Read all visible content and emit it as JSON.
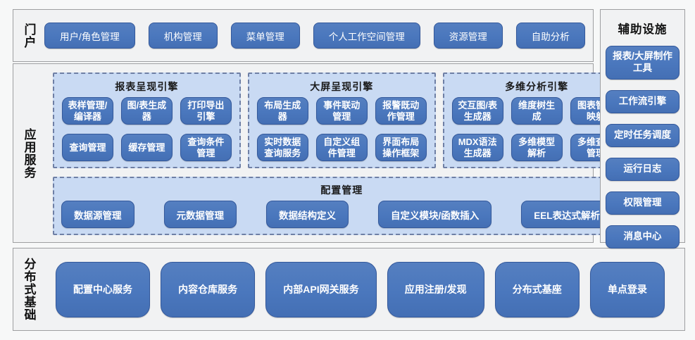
{
  "palette": {
    "button_blue": "#4a77bd",
    "button_border": "#33589b",
    "panel_light_blue": "#c9daf3",
    "panel_dashed_border": "#6e7fa5",
    "section_bg": "#f1f2f3",
    "section_border": "#9e9fa1",
    "text_on_button": "#ffffff"
  },
  "portal": {
    "label": "门户",
    "items": [
      "用户/角色管理",
      "机构管理",
      "菜单管理",
      "个人工作空间管理",
      "资源管理",
      "自助分析"
    ]
  },
  "app_services": {
    "label": "应用服务",
    "engines": [
      {
        "title": "报表呈现引擎",
        "modules": [
          "表样管理/编译器",
          "图/表生成器",
          "打印导出引擎",
          "查询管理",
          "缓存管理",
          "查询条件管理"
        ]
      },
      {
        "title": "大屏呈现引擎",
        "modules": [
          "布局生成器",
          "事件联动管理",
          "报警既动作管理",
          "实时数据查询服务",
          "自定义组件管理",
          "界面布局操作框架"
        ]
      },
      {
        "title": "多维分析引擎",
        "modules": [
          "交互图/表生成器",
          "维度树生成",
          "图表智能映射",
          "MDX语法生成器",
          "多维模型解析",
          "多维查询管理"
        ]
      }
    ],
    "config": {
      "title": "配置管理",
      "modules": [
        "数据源管理",
        "元数据管理",
        "数据结构定义",
        "自定义模块/函数插入",
        "EEL表达式解析器"
      ]
    }
  },
  "distributed_base": {
    "label": "分布式基础",
    "items": [
      "配置中心服务",
      "内容仓库服务",
      "内部API网关服务",
      "应用注册/发现",
      "分布式基座",
      "单点登录"
    ]
  },
  "auxiliary": {
    "title": "辅助设施",
    "items": [
      "报表/大屏制作工具",
      "工作流引擎",
      "定时任务调度",
      "运行日志",
      "权限管理",
      "消息中心"
    ]
  }
}
